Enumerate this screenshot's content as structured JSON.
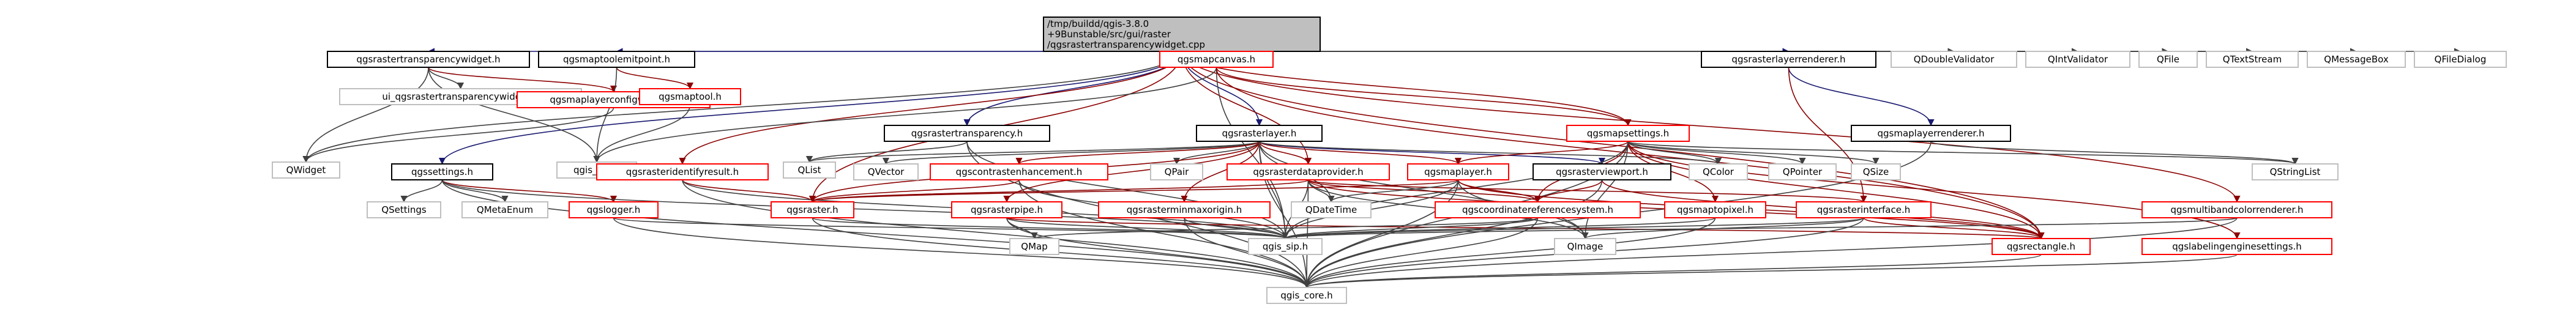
{
  "graph": {
    "colors": {
      "root_fill": "#bfbfbf",
      "node_fill": "#ffffff",
      "node_border_black": "#000000",
      "node_border_red": "#ff0000",
      "node_border_gray": "#bfbfbf",
      "edge_blue": "#191970",
      "edge_dark_red": "#8b0000",
      "edge_gray": "#404040",
      "text": "#000000"
    },
    "root": {
      "id": "root",
      "lines": [
        "/tmp/buildd/qgis-3.8.0",
        "+9Bunstable/src/gui/raster",
        "/qgsrastertransparencywidget.cpp"
      ]
    },
    "nodes": [
      {
        "id": "n_rtw_h",
        "label": "qgsrastertransparencywidget.h",
        "border": "black"
      },
      {
        "id": "n_mtep_h",
        "label": "qgsmaptoolemitpoint.h",
        "border": "black"
      },
      {
        "id": "n_mapcanvas_h",
        "label": "qgsmapcanvas.h",
        "border": "red"
      },
      {
        "id": "n_rlr_h",
        "label": "qgsrasterlayerrenderer.h",
        "border": "black"
      },
      {
        "id": "n_qdv",
        "label": "QDoubleValidator",
        "border": "gray"
      },
      {
        "id": "n_qiv",
        "label": "QIntValidator",
        "border": "gray"
      },
      {
        "id": "n_qfile",
        "label": "QFile",
        "border": "gray"
      },
      {
        "id": "n_qts",
        "label": "QTextStream",
        "border": "gray"
      },
      {
        "id": "n_qmb",
        "label": "QMessageBox",
        "border": "gray"
      },
      {
        "id": "n_qfd",
        "label": "QFileDialog",
        "border": "gray"
      },
      {
        "id": "n_ui",
        "label": "ui_qgsrastertransparencywidget.h",
        "border": "gray"
      },
      {
        "id": "n_mlcw_h",
        "label": "qgsmaplayerconfigwidget.h",
        "border": "red"
      },
      {
        "id": "n_maptool_h",
        "label": "qgsmaptool.h",
        "border": "red"
      },
      {
        "id": "n_rtrans_h",
        "label": "qgsrastertransparency.h",
        "border": "black"
      },
      {
        "id": "n_rlayer_h",
        "label": "qgsrasterlayer.h",
        "border": "black"
      },
      {
        "id": "n_mapsettings_h",
        "label": "qgsmapsettings.h",
        "border": "red"
      },
      {
        "id": "n_mlr_h",
        "label": "qgsmaplayerrenderer.h",
        "border": "black"
      },
      {
        "id": "n_qwidget",
        "label": "QWidget",
        "border": "gray"
      },
      {
        "id": "n_qgsgui",
        "label": "qgis_gui.h",
        "border": "gray"
      },
      {
        "id": "n_qlist",
        "label": "QList",
        "border": "gray"
      },
      {
        "id": "n_qgssettings_h",
        "label": "qgssettings.h",
        "border": "black"
      },
      {
        "id": "n_rir_h",
        "label": "qgsrasteridentifyresult.h",
        "border": "red"
      },
      {
        "id": "n_qvector",
        "label": "QVector",
        "border": "gray"
      },
      {
        "id": "n_ce_h",
        "label": "qgscontrastenhancement.h",
        "border": "red"
      },
      {
        "id": "n_qpair",
        "label": "QPair",
        "border": "gray"
      },
      {
        "id": "n_rdp_h",
        "label": "qgsrasterdataprovider.h",
        "border": "red"
      },
      {
        "id": "n_maplayer_h",
        "label": "qgsmaplayer.h",
        "border": "red"
      },
      {
        "id": "n_rvp_h",
        "label": "qgsrasterviewport.h",
        "border": "black"
      },
      {
        "id": "n_qcolor",
        "label": "QColor",
        "border": "gray"
      },
      {
        "id": "n_qpointer",
        "label": "QPointer",
        "border": "gray"
      },
      {
        "id": "n_qsize",
        "label": "QSize",
        "border": "gray"
      },
      {
        "id": "n_qstringlist",
        "label": "QStringList",
        "border": "gray"
      },
      {
        "id": "n_qsettings",
        "label": "QSettings",
        "border": "gray"
      },
      {
        "id": "n_qmetaenum",
        "label": "QMetaEnum",
        "border": "gray"
      },
      {
        "id": "n_qgslogger_h",
        "label": "qgslogger.h",
        "border": "red"
      },
      {
        "id": "n_raster_h",
        "label": "qgsraster.h",
        "border": "red"
      },
      {
        "id": "n_rpipe_h",
        "label": "qgsrasterpipe.h",
        "border": "red"
      },
      {
        "id": "n_rmmo_h",
        "label": "qgsrasterminmaxorigin.h",
        "border": "red"
      },
      {
        "id": "n_qdatetime",
        "label": "QDateTime",
        "border": "gray"
      },
      {
        "id": "n_crs_h",
        "label": "qgscoordinatereferencesystem.h",
        "border": "red"
      },
      {
        "id": "n_mtp_h",
        "label": "qgsmaptopixel.h",
        "border": "red"
      },
      {
        "id": "n_rinterface_h",
        "label": "qgsrasterinterface.h",
        "border": "red"
      },
      {
        "id": "n_mbcr_h",
        "label": "qgsmultibandcolorrenderer.h",
        "border": "red"
      },
      {
        "id": "n_les_h",
        "label": "qgslabelingenginesettings.h",
        "border": "red"
      },
      {
        "id": "n_qmap",
        "label": "QMap",
        "border": "gray"
      },
      {
        "id": "n_sip_h",
        "label": "qgis_sip.h",
        "border": "gray"
      },
      {
        "id": "n_qimage",
        "label": "QImage",
        "border": "gray"
      },
      {
        "id": "n_rect_h",
        "label": "qgsrectangle.h",
        "border": "red"
      },
      {
        "id": "n_core_h",
        "label": "qgis_core.h",
        "border": "gray"
      }
    ],
    "edges": [
      [
        "root",
        "n_rtw_h"
      ],
      [
        "root",
        "n_mtep_h"
      ],
      [
        "root",
        "n_mapcanvas_h"
      ],
      [
        "root",
        "n_rlr_h"
      ],
      [
        "root",
        "n_qdv"
      ],
      [
        "root",
        "n_qiv"
      ],
      [
        "root",
        "n_qfile"
      ],
      [
        "root",
        "n_qts"
      ],
      [
        "root",
        "n_qmb"
      ],
      [
        "root",
        "n_qfd"
      ],
      [
        "root",
        "n_rlayer_h"
      ],
      [
        "root",
        "n_rtrans_h"
      ],
      [
        "root",
        "n_mapsettings_h"
      ],
      [
        "root",
        "n_qgssettings_h"
      ],
      [
        "root",
        "n_rir_h"
      ],
      [
        "root",
        "n_qwidget"
      ],
      [
        "root",
        "n_rdp_h"
      ],
      [
        "root",
        "n_rect_h"
      ],
      [
        "root",
        "n_mbcr_h"
      ],
      [
        "root",
        "n_raster_h"
      ],
      [
        "n_rtw_h",
        "n_ui"
      ],
      [
        "n_rtw_h",
        "n_mlcw_h"
      ],
      [
        "n_rtw_h",
        "n_qgsgui"
      ],
      [
        "n_rtw_h",
        "n_qwidget"
      ],
      [
        "n_mtep_h",
        "n_maptool_h"
      ],
      [
        "n_mtep_h",
        "n_qgsgui"
      ],
      [
        "n_mlcw_h",
        "n_qwidget"
      ],
      [
        "n_maptool_h",
        "n_qgsgui"
      ],
      [
        "n_mapcanvas_h",
        "n_mapsettings_h"
      ],
      [
        "n_mapcanvas_h",
        "n_qgsgui"
      ],
      [
        "n_mapcanvas_h",
        "n_sip_h"
      ],
      [
        "n_mapcanvas_h",
        "n_rect_h"
      ],
      [
        "n_rlr_h",
        "n_mlr_h"
      ],
      [
        "n_rlr_h",
        "n_rinterface_h"
      ],
      [
        "n_mlr_h",
        "n_qstringlist"
      ],
      [
        "n_mlr_h",
        "n_core_h"
      ],
      [
        "n_rtrans_h",
        "n_qlist"
      ],
      [
        "n_rtrans_h",
        "n_core_h"
      ],
      [
        "n_rtrans_h",
        "n_sip_h"
      ],
      [
        "n_rlayer_h",
        "n_qlist"
      ],
      [
        "n_rlayer_h",
        "n_qvector"
      ],
      [
        "n_rlayer_h",
        "n_ce_h"
      ],
      [
        "n_rlayer_h",
        "n_qpair"
      ],
      [
        "n_rlayer_h",
        "n_rdp_h"
      ],
      [
        "n_rlayer_h",
        "n_maplayer_h"
      ],
      [
        "n_rlayer_h",
        "n_rvp_h"
      ],
      [
        "n_rlayer_h",
        "n_qcolor"
      ],
      [
        "n_rlayer_h",
        "n_raster_h"
      ],
      [
        "n_rlayer_h",
        "n_rpipe_h"
      ],
      [
        "n_rlayer_h",
        "n_rmmo_h"
      ],
      [
        "n_rlayer_h",
        "n_qdatetime"
      ],
      [
        "n_rlayer_h",
        "n_sip_h"
      ],
      [
        "n_rlayer_h",
        "n_core_h"
      ],
      [
        "n_rlayer_h",
        "n_qimage"
      ],
      [
        "n_mapsettings_h",
        "n_maplayer_h"
      ],
      [
        "n_mapsettings_h",
        "n_qcolor"
      ],
      [
        "n_mapsettings_h",
        "n_qpointer"
      ],
      [
        "n_mapsettings_h",
        "n_qsize"
      ],
      [
        "n_mapsettings_h",
        "n_qstringlist"
      ],
      [
        "n_mapsettings_h",
        "n_crs_h"
      ],
      [
        "n_mapsettings_h",
        "n_mtp_h"
      ],
      [
        "n_mapsettings_h",
        "n_les_h"
      ],
      [
        "n_mapsettings_h",
        "n_rect_h"
      ],
      [
        "n_mapsettings_h",
        "n_sip_h"
      ],
      [
        "n_mapsettings_h",
        "n_core_h"
      ],
      [
        "n_mapsettings_h",
        "n_qimage"
      ],
      [
        "n_qgssettings_h",
        "n_qsettings"
      ],
      [
        "n_qgssettings_h",
        "n_qmetaenum"
      ],
      [
        "n_qgssettings_h",
        "n_qgslogger_h"
      ],
      [
        "n_qgssettings_h",
        "n_core_h"
      ],
      [
        "n_qgssettings_h",
        "n_sip_h"
      ],
      [
        "n_rir_h",
        "n_raster_h"
      ],
      [
        "n_rir_h",
        "n_core_h"
      ],
      [
        "n_rir_h",
        "n_sip_h"
      ],
      [
        "n_ce_h",
        "n_raster_h"
      ],
      [
        "n_ce_h",
        "n_core_h"
      ],
      [
        "n_ce_h",
        "n_sip_h"
      ],
      [
        "n_rdp_h",
        "n_raster_h"
      ],
      [
        "n_rdp_h",
        "n_rinterface_h"
      ],
      [
        "n_rdp_h",
        "n_crs_h"
      ],
      [
        "n_rdp_h",
        "n_qdatetime"
      ],
      [
        "n_rdp_h",
        "n_qimage"
      ],
      [
        "n_rdp_h",
        "n_rect_h"
      ],
      [
        "n_rdp_h",
        "n_sip_h"
      ],
      [
        "n_rdp_h",
        "n_core_h"
      ],
      [
        "n_maplayer_h",
        "n_qdatetime"
      ],
      [
        "n_maplayer_h",
        "n_crs_h"
      ],
      [
        "n_maplayer_h",
        "n_rect_h"
      ],
      [
        "n_maplayer_h",
        "n_sip_h"
      ],
      [
        "n_maplayer_h",
        "n_core_h"
      ],
      [
        "n_maplayer_h",
        "n_qimage"
      ],
      [
        "n_maplayer_h",
        "n_raster_h"
      ],
      [
        "n_rvp_h",
        "n_crs_h"
      ],
      [
        "n_rvp_h",
        "n_rect_h"
      ],
      [
        "n_rvp_h",
        "n_core_h"
      ],
      [
        "n_qgslogger_h",
        "n_core_h"
      ],
      [
        "n_qgslogger_h",
        "n_sip_h"
      ],
      [
        "n_raster_h",
        "n_core_h"
      ],
      [
        "n_raster_h",
        "n_sip_h"
      ],
      [
        "n_rpipe_h",
        "n_qmap"
      ],
      [
        "n_rpipe_h",
        "n_core_h"
      ],
      [
        "n_rpipe_h",
        "n_sip_h"
      ],
      [
        "n_rpipe_h",
        "n_rect_h"
      ],
      [
        "n_rmmo_h",
        "n_core_h"
      ],
      [
        "n_rmmo_h",
        "n_sip_h"
      ],
      [
        "n_crs_h",
        "n_qmap"
      ],
      [
        "n_crs_h",
        "n_core_h"
      ],
      [
        "n_crs_h",
        "n_sip_h"
      ],
      [
        "n_mtp_h",
        "n_core_h"
      ],
      [
        "n_mtp_h",
        "n_sip_h"
      ],
      [
        "n_rinterface_h",
        "n_qimage"
      ],
      [
        "n_rinterface_h",
        "n_rect_h"
      ],
      [
        "n_rinterface_h",
        "n_core_h"
      ],
      [
        "n_rinterface_h",
        "n_sip_h"
      ],
      [
        "n_mbcr_h",
        "n_core_h"
      ],
      [
        "n_mbcr_h",
        "n_sip_h"
      ],
      [
        "n_les_h",
        "n_core_h"
      ],
      [
        "n_rect_h",
        "n_core_h"
      ]
    ]
  }
}
